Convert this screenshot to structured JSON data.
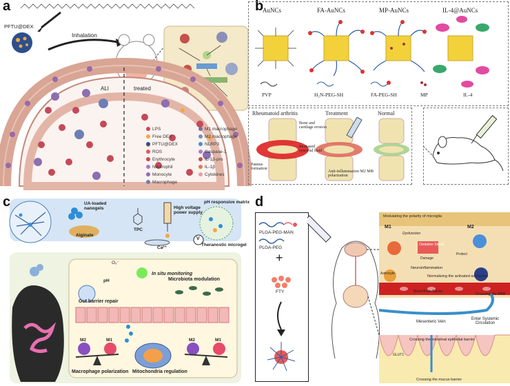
{
  "panel_labels": {
    "a": "a",
    "b": "b",
    "c": "c",
    "d": "d"
  },
  "panel_a": {
    "drug_label": "PFTU@DEX",
    "inhalation": "Inhalation",
    "ali": "ALI",
    "treated": "treated",
    "legend_left": [
      "LPS",
      "Free DEX",
      "PFTU@DEX",
      "ROS",
      "Erythrocyte",
      "Neutrophil",
      "Monocyte",
      "Macrophage"
    ],
    "legend_right": [
      "M1 macrophage",
      "M2 macrophage",
      "NLRP3",
      "Caspase-1",
      "IL-1β-pro",
      "IL-1β",
      "Cytokines"
    ],
    "colors": {
      "lung_wall": "#e8b4a6",
      "tissue": "#c06a6a",
      "box_bg": "#f4e9c8"
    }
  },
  "panel_b": {
    "headers": [
      "AuNCs",
      "FA-AuNCs",
      "MP-AuNCs",
      "IL-4@AuNCs"
    ],
    "legend": [
      "PVP",
      "H₂N-PEG-SH",
      "FA-PEG-SH",
      "MP",
      "IL-4"
    ],
    "joint_titles": [
      "Rheumatoid arthritis",
      "Treatment",
      "Normal"
    ],
    "annotations": [
      "Bone and cartilage erosion",
      "Increased synovial fluid",
      "Pannus formation",
      "Anti-inflammation M2 MΦ polarization"
    ]
  },
  "panel_c": {
    "ua_label": "UA-loaded nanogels",
    "alginate": "Alginate",
    "tpc": "TPC",
    "hv": "High voltage power supply",
    "ca": "Ca²⁺",
    "v": "V",
    "ph_matrix": "pH responsive matrix",
    "microgel": "Theranostic microgel",
    "o2": "O₂⁻",
    "ph": "pH",
    "insitu": "In situ monitoring",
    "microbiota": "Microbiota modulation",
    "gut": "Gut barrier repair",
    "m2a": "M2",
    "m1a": "M1",
    "m2b": "M2",
    "m1b": "M1",
    "macrophage": "Macrophage polarization",
    "mito": "Mitochondria regulation"
  },
  "panel_d": {
    "poly1": "PLGA-PEG-MAN",
    "poly2": "PLGA-PEG",
    "plus": "+",
    "fty": "FTY",
    "step1": "Modulating the polarity of microglia",
    "step2": "Normalizing the activated astrocytes",
    "step3": "Crossing the BBB",
    "bbb": "Blood Brain Barrier",
    "mesenteric": "Mesenteric Vein",
    "systemic": "Enter Systemic Circulation",
    "step4": "Crossing the intestinal epithelial barrier",
    "step5": "Crossing the mucus barrier",
    "m1": "M1",
    "m2": "M2",
    "neuro": "Neuroinflammation",
    "oxidative": "Oxidative Stress",
    "protect": "Protect",
    "damage": "Damage",
    "dysfunction": "Dysfunction",
    "astrocyte": "Astrocyte",
    "glut": "GLUT1"
  }
}
